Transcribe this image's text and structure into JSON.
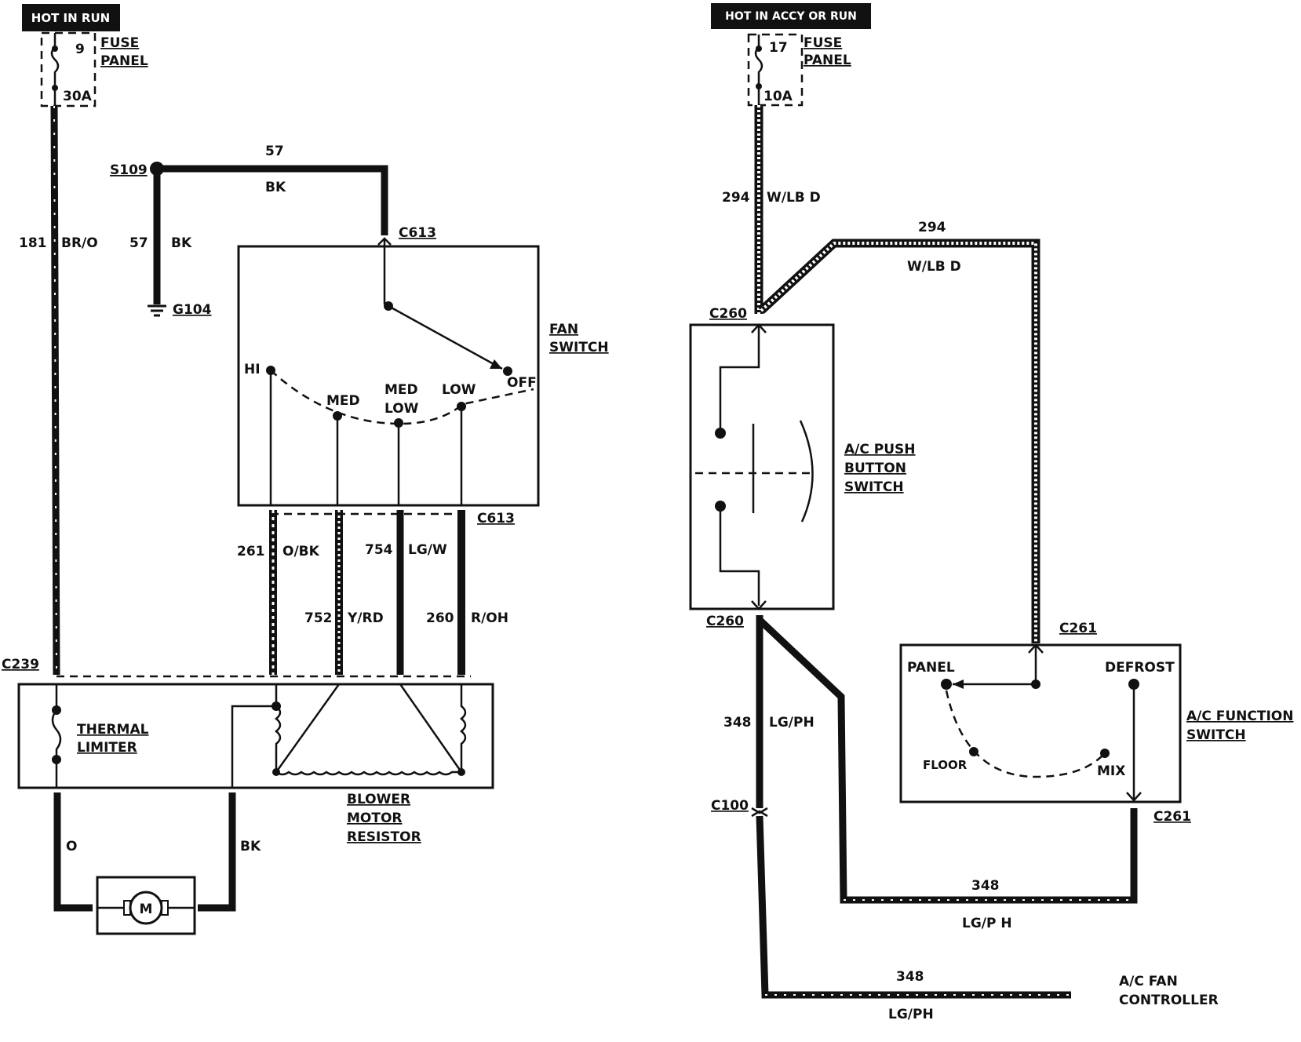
{
  "left": {
    "power_label": "HOT IN RUN",
    "fuse": {
      "number": "9",
      "rating": "30A",
      "label_line1": "FUSE",
      "label_line2": "PANEL"
    },
    "wire_181": {
      "circuit": "181",
      "color": "BR/O"
    },
    "splice": "S109",
    "wire_57_top": {
      "circuit": "57",
      "color": "BK"
    },
    "wire_57_ground": {
      "circuit": "57",
      "color": "BK"
    },
    "ground": "G104",
    "c613_top": "C613",
    "fan_switch": {
      "label_line1": "FAN",
      "label_line2": "SWITCH",
      "positions": {
        "hi": "HI",
        "med": "MED",
        "medlow_1": "MED",
        "medlow_2": "LOW",
        "low": "LOW",
        "off": "OFF"
      }
    },
    "c613_bottom": "C613",
    "wire_261": {
      "circuit": "261",
      "color": "O/BK"
    },
    "wire_754": {
      "circuit": "754",
      "color": "LG/W"
    },
    "wire_752": {
      "circuit": "752",
      "color": "Y/RD"
    },
    "wire_260": {
      "circuit": "260",
      "color": "R/OH"
    },
    "c239": "C239",
    "thermal_limiter": {
      "line1": "THERMAL",
      "line2": "LIMITER"
    },
    "resistor": {
      "line1": "BLOWER",
      "line2": "MOTOR",
      "line3": "RESISTOR"
    },
    "motor_wire_o": "O",
    "motor_wire_bk": "BK",
    "motor_symbol": "M"
  },
  "right": {
    "power_label": "HOT IN ACCY OR RUN",
    "fuse": {
      "number": "17",
      "rating": "10A",
      "label_line1": "FUSE",
      "label_line2": "PANEL"
    },
    "wire_294_v": {
      "circuit": "294",
      "color": "W/LB D"
    },
    "wire_294_h": {
      "circuit": "294",
      "color": "W/LB D"
    },
    "c260_top": "C260",
    "c260_bottom": "C260",
    "push_button": {
      "line1": "A/C PUSH",
      "line2": "BUTTON",
      "line3": "SWITCH"
    },
    "c261_top": "C261",
    "c261_bottom": "C261",
    "function_switch": {
      "line1": "A/C FUNCTION",
      "line2": "SWITCH",
      "panel": "PANEL",
      "defrost": "DEFROST",
      "floor": "FLOOR",
      "mix": "MIX"
    },
    "wire_348_v": {
      "circuit": "348",
      "color": "LG/PH"
    },
    "c100": "C100",
    "wire_348_mid": {
      "circuit": "348",
      "color": "LG/P H"
    },
    "wire_348_bottom": {
      "circuit": "348",
      "color": "LG/PH"
    },
    "controller": {
      "line1": "A/C FAN",
      "line2": "CONTROLLER"
    }
  }
}
